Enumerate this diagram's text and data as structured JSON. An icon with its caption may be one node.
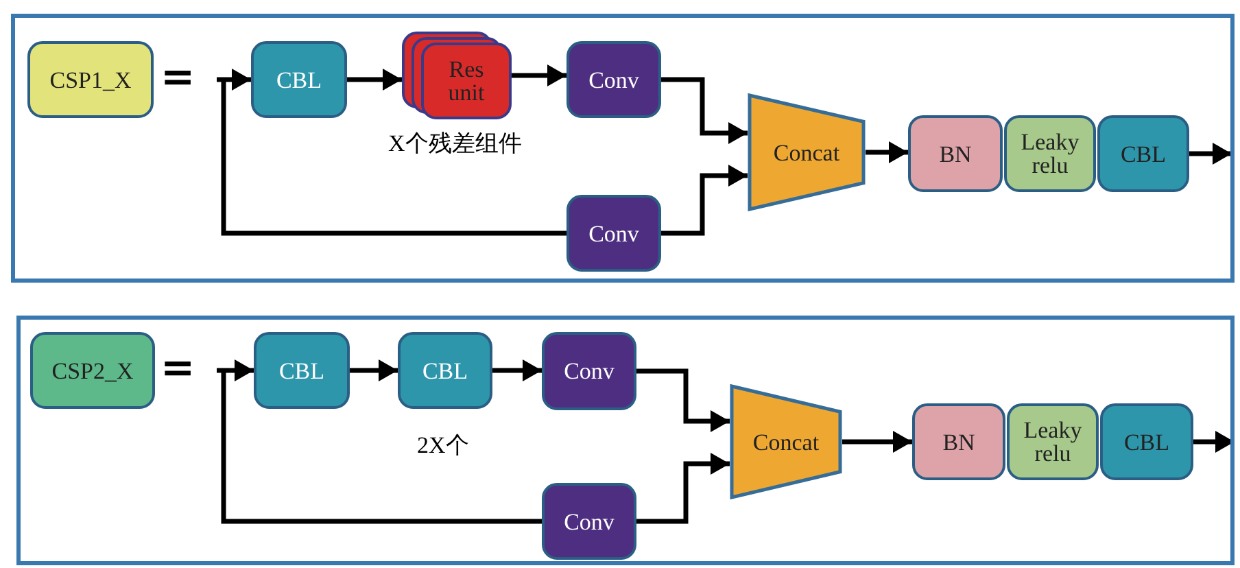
{
  "diagram": {
    "nodes": [
      {
        "text": [],
        "shape": "box"
      },
      {
        "text": [
          "CSP1_X"
        ],
        "in": 0
      },
      {
        "text": [
          "CBL"
        ],
        "in": 0
      },
      {
        "text": [
          "Res unit"
        ],
        "in": 0,
        "beside": [
          "X个残差组件"
        ]
      },
      {
        "text": [
          "Conv"
        ],
        "in": 0
      },
      {
        "text": [
          "Conv"
        ],
        "in": 0
      },
      {
        "text": [
          "Concat"
        ],
        "in": 0
      },
      {
        "text": [
          "BN"
        ],
        "in": 0
      },
      {
        "text": [
          "Leaky relu"
        ],
        "in": 0
      },
      {
        "text": [
          "CBL"
        ],
        "in": 0
      },
      {
        "text": [],
        "shape": "box"
      },
      {
        "text": [
          "CSP2_X"
        ],
        "in": 10
      },
      {
        "text": [
          "CBL"
        ],
        "in": 10
      },
      {
        "text": [
          "CBL"
        ],
        "in": 10,
        "beside": [
          "2X个"
        ]
      },
      {
        "text": [
          "Conv"
        ],
        "in": 10
      },
      {
        "text": [
          "Conv"
        ],
        "in": 10
      },
      {
        "text": [
          "Concat"
        ],
        "in": 10
      },
      {
        "text": [
          "BN"
        ],
        "in": 10
      },
      {
        "text": [
          "Leaky relu"
        ],
        "in": 10
      },
      {
        "text": [
          "CBL"
        ],
        "in": 10
      }
    ],
    "edges": [
      {
        "from": null,
        "to": 2,
        "arrow": "to"
      },
      {
        "from": null,
        "to": 5,
        "arrow": "none"
      },
      {
        "from": 2,
        "to": 3,
        "arrow": "to"
      },
      {
        "from": 3,
        "to": 4,
        "arrow": "to"
      },
      {
        "from": 4,
        "to": 6,
        "arrow": "to"
      },
      {
        "from": 5,
        "to": 6,
        "arrow": "to"
      },
      {
        "from": 6,
        "to": 7,
        "arrow": "to"
      },
      {
        "from": 9,
        "to": null,
        "arrow": "to"
      },
      {
        "from": null,
        "to": 12,
        "arrow": "to"
      },
      {
        "from": null,
        "to": 15,
        "arrow": "none"
      },
      {
        "from": 12,
        "to": 13,
        "arrow": "to"
      },
      {
        "from": 13,
        "to": 14,
        "arrow": "to"
      },
      {
        "from": 14,
        "to": 16,
        "arrow": "to"
      },
      {
        "from": 15,
        "to": 16,
        "arrow": "to"
      },
      {
        "from": 16,
        "to": 17,
        "arrow": "to"
      },
      {
        "from": 19,
        "to": null,
        "arrow": "to"
      }
    ],
    "labels": [
      "=",
      "="
    ]
  }
}
